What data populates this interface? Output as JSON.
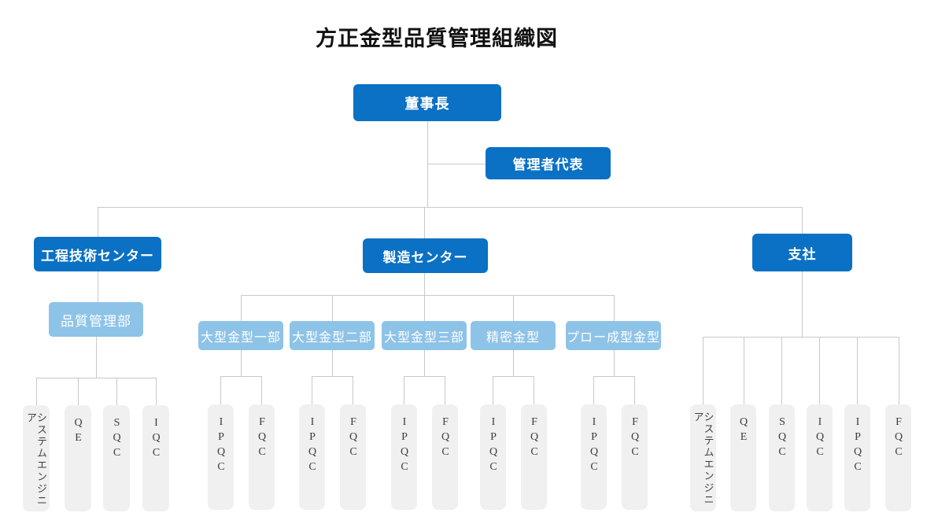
{
  "title": "方正金型品質管理組織図",
  "colors": {
    "primary_blue": "#0a71c4",
    "light_blue": "#8ec3e8",
    "gray_box": "#f0f0f0",
    "connector_line": "#c9c9c9"
  },
  "org": {
    "root": "董事長",
    "staff": "管理者代表",
    "left_branch": {
      "label": "工程技術センター",
      "dept": "品質管理部",
      "teams": [
        "システムエンジニア",
        "QE",
        "SQC",
        "IQC"
      ]
    },
    "center_branch": {
      "label": "製造センター",
      "departments": [
        {
          "label": "大型金型一部",
          "teams": [
            "IPQC",
            "FQC"
          ]
        },
        {
          "label": "大型金型二部",
          "teams": [
            "IPQC",
            "FQC"
          ]
        },
        {
          "label": "大型金型三部",
          "teams": [
            "IPQC",
            "FQC"
          ]
        },
        {
          "label": "精密金型",
          "teams": [
            "IPQC",
            "FQC"
          ]
        },
        {
          "label": "プロー成型金型",
          "teams": [
            "IPQC",
            "FQC"
          ]
        }
      ]
    },
    "right_branch": {
      "label": "支社",
      "teams": [
        "システムエンジニア",
        "QE",
        "SQC",
        "IQC",
        "IPQC",
        "FQC"
      ]
    }
  }
}
